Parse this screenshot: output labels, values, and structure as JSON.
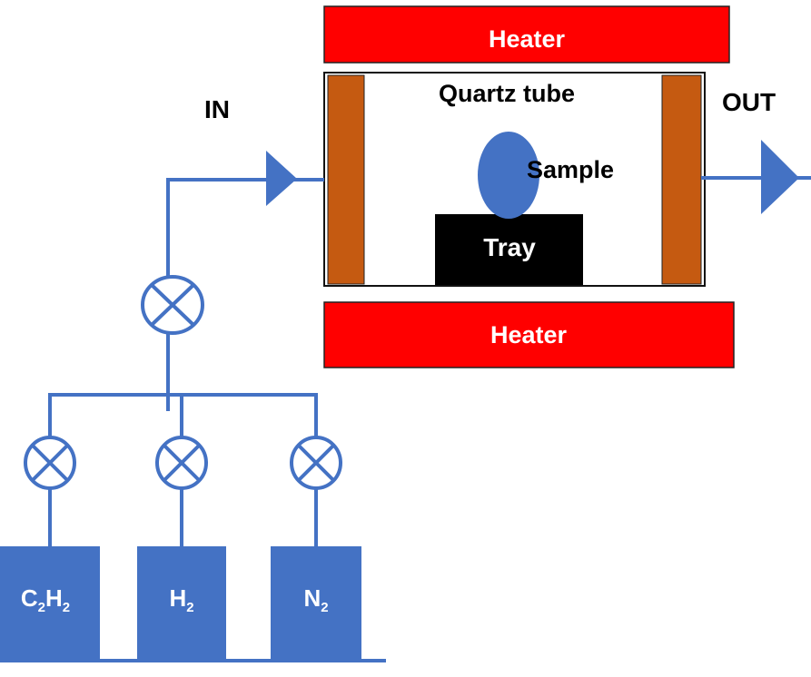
{
  "heaters": {
    "top_label": "Heater",
    "bottom_label": "Heater"
  },
  "quartz_tube": {
    "label": "Quartz tube"
  },
  "sample": {
    "label": "Sample"
  },
  "tray": {
    "label": "Tray"
  },
  "flow": {
    "in_label": "IN",
    "out_label": "OUT"
  },
  "cylinders": [
    {
      "formula": "C",
      "sub1": "2",
      "formula2": "H",
      "sub2": "2"
    },
    {
      "formula": "H",
      "sub1": "2"
    },
    {
      "formula": "N",
      "sub1": "2"
    }
  ],
  "colors": {
    "heater": "#ff0000",
    "end_cap": "#c55a11",
    "pipe": "#4472c4",
    "tray": "#000000",
    "sample": "#4472c4",
    "cylinder": "#4472c4"
  }
}
